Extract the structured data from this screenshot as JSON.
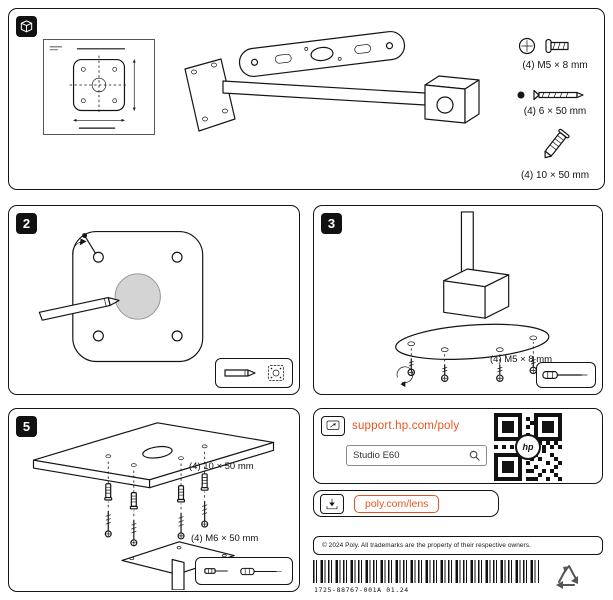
{
  "colors": {
    "accent": "#e8541e",
    "line": "#141414"
  },
  "icons": {
    "step1_badge": "package-icon",
    "hardware": [
      "pan-head-screw-icon",
      "wood-screw-icon",
      "wall-anchor-icon"
    ],
    "support_box": "external-link-icon",
    "search": "search-icon",
    "lens_box": "download-icon",
    "footer": "recycle-icon"
  },
  "step1": {
    "hardware": [
      {
        "icon": "pan-head-screw-icon",
        "label": "(4) M5 × 8 mm"
      },
      {
        "icon": "wood-screw-icon",
        "label": "(4) 6 × 50 mm"
      },
      {
        "icon": "wall-anchor-icon",
        "label": "(4) 10 × 50 mm"
      }
    ]
  },
  "step2": {
    "number": "2"
  },
  "step3": {
    "number": "3",
    "hardware_label": "(4) M5 × 8 mm"
  },
  "step5": {
    "number": "5",
    "anchor_label": "(4) 10 × 50 mm",
    "screw_label": "(4) M6 × 50 mm"
  },
  "support": {
    "url": "support.hp.com/poly",
    "search_value": "Studio E60",
    "logo_text": "hp"
  },
  "lens": {
    "url": "poly.com/lens"
  },
  "footer": {
    "copyright": "© 2024 Poly. All trademarks are the property of their respective owners.",
    "part_number": "1725-88767-001A 01.24"
  }
}
